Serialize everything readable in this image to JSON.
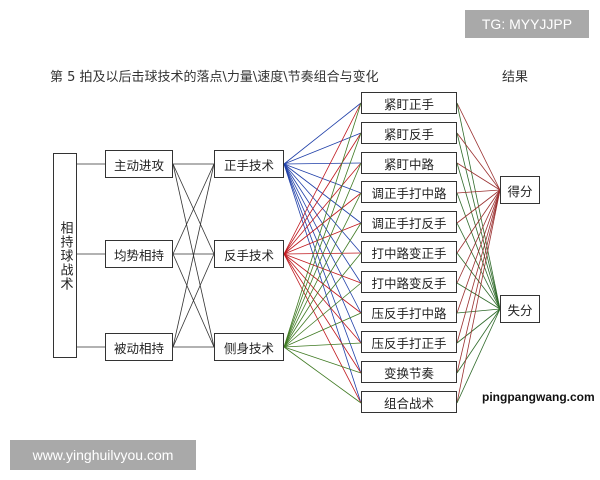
{
  "title": "第 5 拍及以后击球技术的落点\\力量\\速度\\节奏组合与变化",
  "result_title": "结果",
  "tactic": "相持球战术",
  "modes": [
    "主动进攻",
    "均势相持",
    "被动相持"
  ],
  "techniques": [
    "正手技术",
    "反手技术",
    "侧身技术"
  ],
  "placements": [
    "紧盯正手",
    "紧盯反手",
    "紧盯中路",
    "调正手打中路",
    "调正手打反手",
    "打中路变正手",
    "打中路变反手",
    "压反手打中路",
    "压反手打正手",
    "变换节奏",
    "组合战术"
  ],
  "results": [
    "得分",
    "失分"
  ],
  "technique_colors": [
    "#1f3fa8",
    "#c0181e",
    "#3f7a22"
  ],
  "watermarks": {
    "top_right": "TG: MYYJJPP",
    "bottom_left": "www.yinghuilvyou.com",
    "site": "pingpangwang.com"
  }
}
